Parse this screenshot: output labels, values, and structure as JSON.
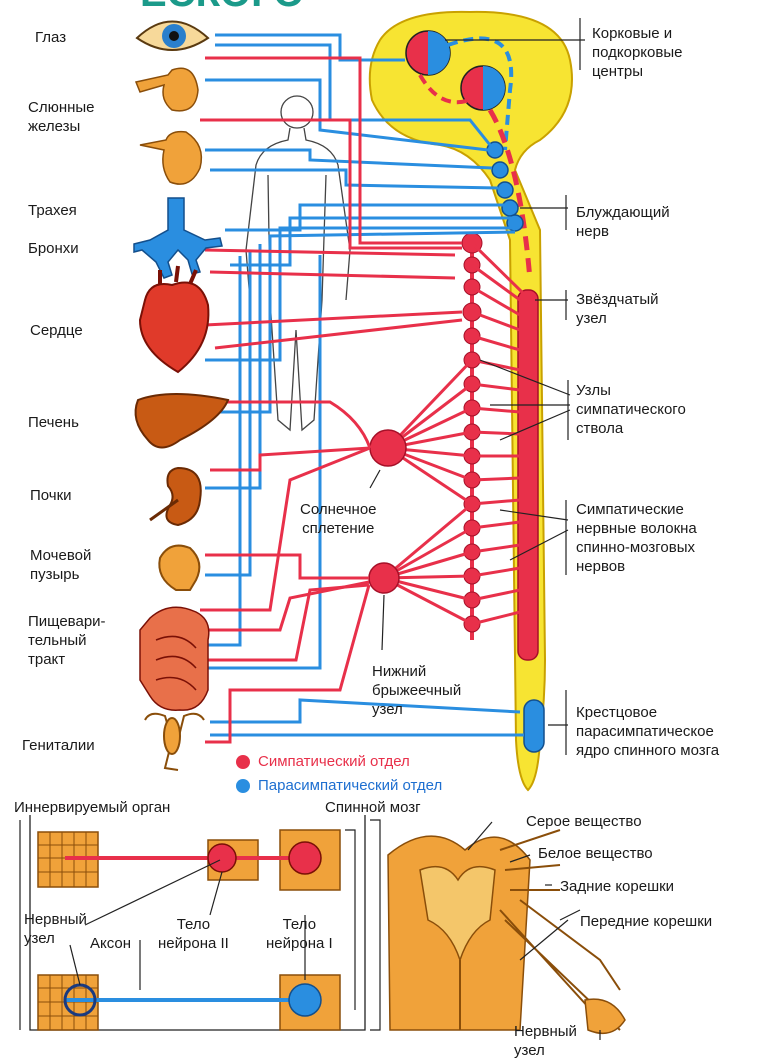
{
  "header_fragment": "ЕСКОГО",
  "organs": {
    "eye": "Глаз",
    "salivary": "Слюнные\nжелезы",
    "trachea": "Трахея",
    "bronchi": "Бронхи",
    "heart": "Сердце",
    "liver": "Печень",
    "kidneys": "Почки",
    "bladder": "Мочевой\nпузырь",
    "digestive": "Пищевари-\nтельный\nтракт",
    "genitals": "Гениталии"
  },
  "right_labels": {
    "cortical": "Корковые и\nподкорковые\nцентры",
    "vagus": "Блуждающий\nнерв",
    "stellate": "Звёздчатый\nузел",
    "trunk_nodes": "Узлы\nсимпатического\nствола",
    "sympathetic_fibers": "Симпатические\nнервные волокна\nспинно-мозговых\nнервов",
    "sacral": "Крестцовое\nпарасимпатическое\nядро спинного мозга"
  },
  "center_labels": {
    "solar": "Солнечное\nсплетение",
    "mesenteric": "Нижний\nбрыжеечный\nузел"
  },
  "legend": {
    "sympathetic": "Симпатический отдел",
    "parasympathetic": "Парасимпатический отдел"
  },
  "lower": {
    "innervated_organ": "Иннервируемый орган",
    "spinal_cord": "Спинной мозг",
    "nerve_node": "Нервный\nузел",
    "axon": "Аксон",
    "neuron2": "Тело\nнейрона II",
    "neuron1": "Тело\nнейрона I",
    "gray_matter": "Серое вещество",
    "white_matter": "Белое вещество",
    "posterior_roots": "Задние корешки",
    "anterior_roots": "Передние корешки",
    "spinal_node": "Нервный\nузел"
  },
  "colors": {
    "sympathetic": "#e8304a",
    "parasympathetic": "#2a8ee0",
    "brain": "#f7e432",
    "tissue": "#f0a23a",
    "header": "#1b9a8a"
  }
}
